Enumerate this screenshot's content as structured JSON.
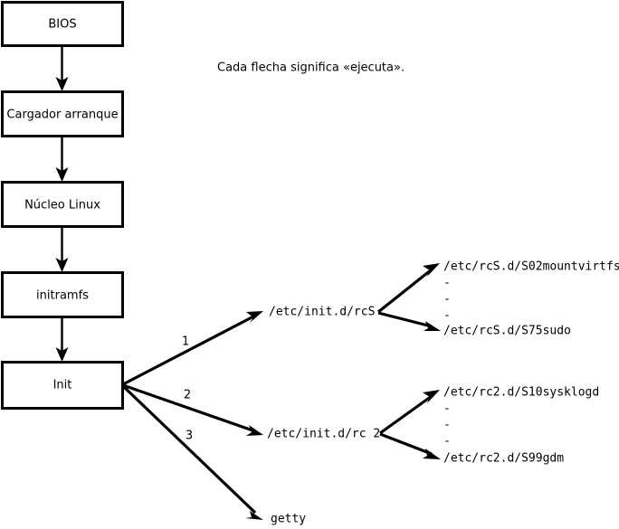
{
  "caption": {
    "text": "Cada flecha significa «ejecuta»."
  },
  "colors": {
    "stroke": "#000000",
    "background": "#ffffff",
    "text": "#000000"
  },
  "boot_chain": {
    "boxes": [
      {
        "label": "BIOS"
      },
      {
        "label": "Cargador arranque"
      },
      {
        "label": "Núcleo Linux"
      },
      {
        "label": "initramfs"
      },
      {
        "label": "Init"
      }
    ]
  },
  "init_branches": [
    {
      "number": "1",
      "target": "/etc/init.d/rcS"
    },
    {
      "number": "2",
      "target": "/etc/init.d/rc 2"
    },
    {
      "number": "3",
      "target": "getty"
    }
  ],
  "rcs_scripts": {
    "first": "/etc/rcS.d/S02mountvirtfs",
    "ellipsis": [
      "-",
      "-",
      "-"
    ],
    "last": "/etc/rcS.d/S75sudo"
  },
  "rc2_scripts": {
    "first": "/etc/rc2.d/S10sysklogd",
    "ellipsis": [
      "-",
      "-",
      "-"
    ],
    "last": "/etc/rc2.d/S99gdm"
  }
}
